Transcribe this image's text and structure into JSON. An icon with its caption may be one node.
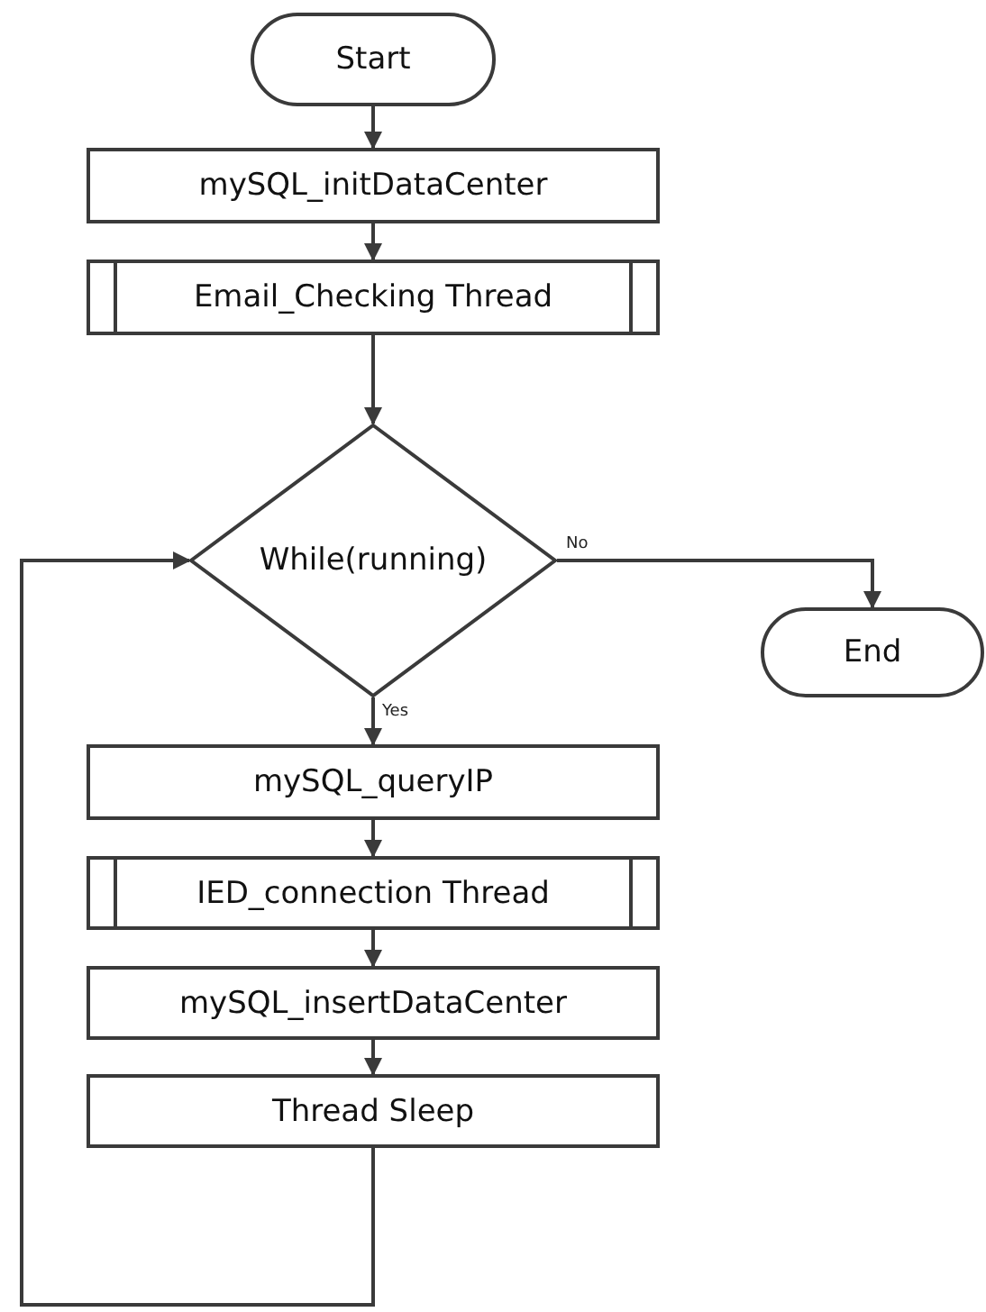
{
  "diagram": {
    "nodes": [
      {
        "text": [
          "Start"
        ]
      },
      {
        "text": [
          "mySQL_initDataCenter"
        ]
      },
      {
        "text": [
          "Email_Checking Thread"
        ]
      },
      {
        "text": [
          "While(running)"
        ]
      },
      {
        "text": [
          "End"
        ]
      },
      {
        "text": [
          "mySQL_queryIP"
        ]
      },
      {
        "text": [
          "IED_connection Thread"
        ]
      },
      {
        "text": [
          "mySQL_insertDataCenter"
        ]
      },
      {
        "text": [
          "Thread Sleep"
        ]
      }
    ],
    "edges": [
      {
        "from": 0,
        "to": 1,
        "arrow": "to"
      },
      {
        "from": 1,
        "to": 2,
        "arrow": "to"
      },
      {
        "from": 2,
        "to": 3,
        "arrow": "to"
      },
      {
        "from": 3,
        "to": 4,
        "arrow": "to",
        "label": "No"
      },
      {
        "from": 3,
        "to": 5,
        "arrow": "to",
        "label": "Yes"
      },
      {
        "from": 5,
        "to": 6,
        "arrow": "to"
      },
      {
        "from": 6,
        "to": 7,
        "arrow": "to"
      },
      {
        "from": 7,
        "to": 8,
        "arrow": "to"
      },
      {
        "from": 8,
        "to": 3,
        "arrow": "to"
      }
    ]
  }
}
